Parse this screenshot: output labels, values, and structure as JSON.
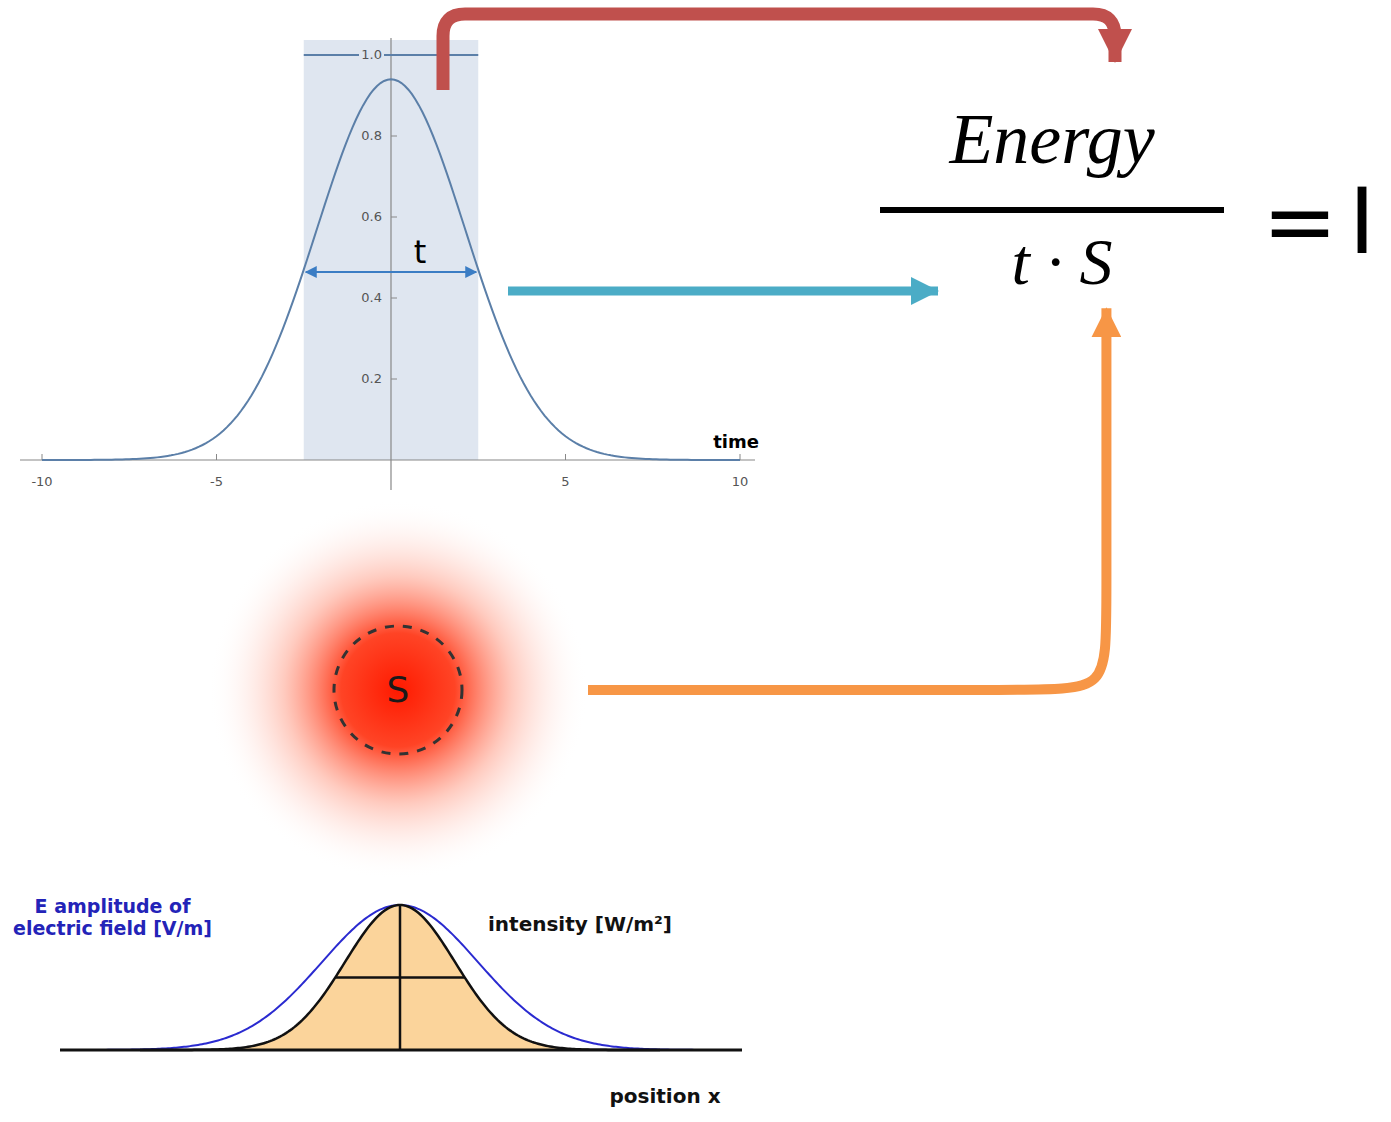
{
  "diagram": {
    "nodes": [
      {
        "text": [
          "Energy"
        ]
      },
      {
        "text": [
          "t · S"
        ]
      },
      {
        "text": [
          "S"
        ]
      }
    ],
    "edges": [
      {
        "from": 2,
        "to": 1,
        "arrow": "to"
      }
    ],
    "labels": [
      "1.0",
      "0.8",
      "0.6",
      "0.4",
      "0.2",
      "-10",
      "-5",
      "5",
      "10",
      "time",
      "t",
      "=",
      "I",
      "E amplitude of electric field [V/m]",
      "intensity [W/m²]",
      "position x"
    ]
  }
}
